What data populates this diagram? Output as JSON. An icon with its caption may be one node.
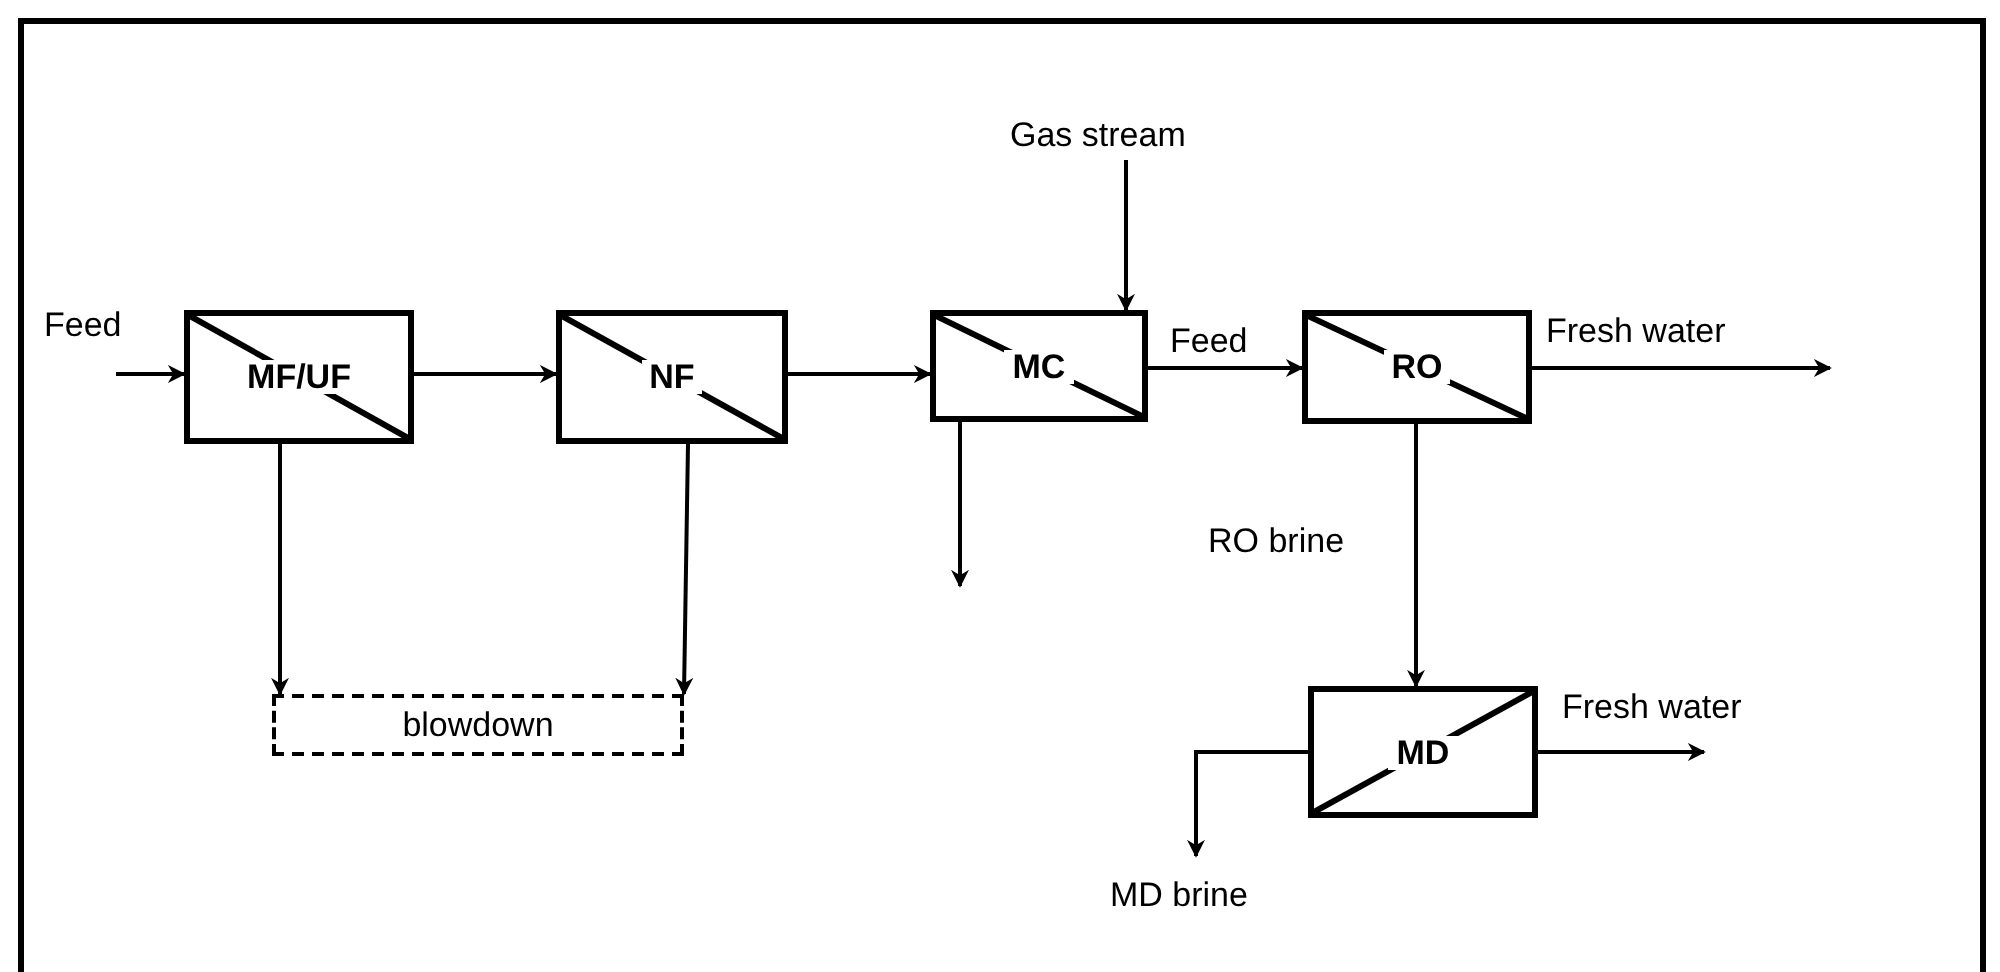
{
  "diagram": {
    "nodes": [
      {
        "text": [
          "MF/UF"
        ]
      },
      {
        "text": [
          "NF"
        ]
      },
      {
        "text": [
          "MC"
        ]
      },
      {
        "text": [
          "RO"
        ]
      },
      {
        "text": [
          "MD"
        ]
      },
      {
        "text": [
          "blowdown"
        ]
      }
    ],
    "edges": [
      {
        "from": null,
        "to": 0,
        "arrow": "to",
        "label": "Feed"
      },
      {
        "from": 0,
        "to": 1,
        "arrow": "to"
      },
      {
        "from": 1,
        "to": 2,
        "arrow": "to"
      },
      {
        "from": null,
        "to": 2,
        "arrow": "to",
        "label": "Gas stream"
      },
      {
        "from": 2,
        "to": null,
        "arrow": "to"
      },
      {
        "from": 2,
        "to": 3,
        "arrow": "to",
        "label": "Feed"
      },
      {
        "from": 3,
        "to": null,
        "arrow": "to",
        "label": "Fresh water"
      },
      {
        "from": 3,
        "to": 4,
        "arrow": "to",
        "label": "RO brine"
      },
      {
        "from": 4,
        "to": null,
        "arrow": "to",
        "label": "Fresh water"
      },
      {
        "from": 4,
        "to": null,
        "arrow": "to",
        "label": "MD brine"
      },
      {
        "from": 0,
        "to": 5,
        "arrow": "to"
      },
      {
        "from": 1,
        "to": 5,
        "arrow": "to"
      }
    ]
  }
}
